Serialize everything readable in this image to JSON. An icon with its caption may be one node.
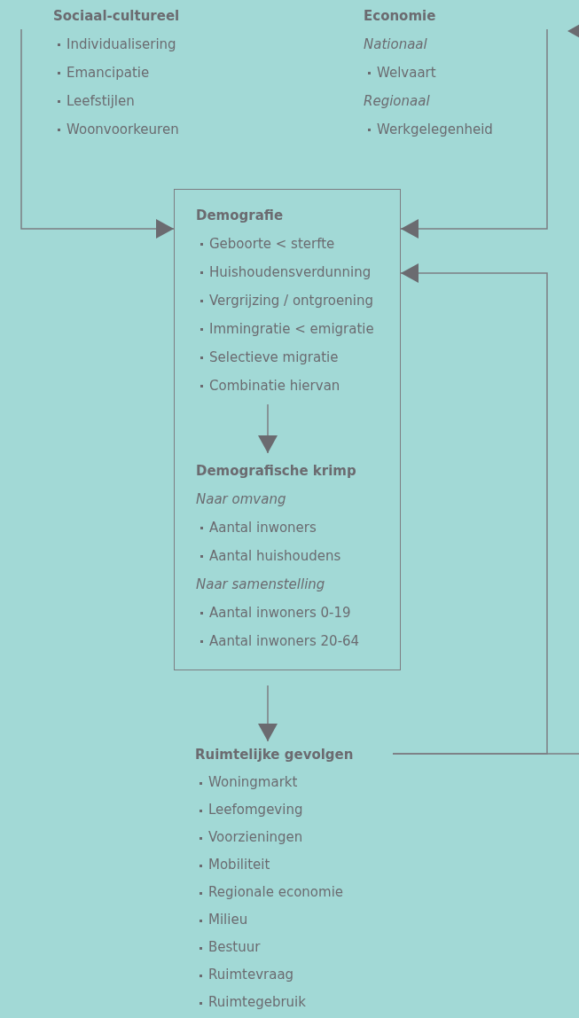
{
  "diagram": {
    "nodes": [
      {
        "text": [
          "Sociaal-cultureel",
          "Individualisering",
          "Emancipatie",
          "Leefstijlen",
          "Woonvoorkeuren"
        ]
      },
      {
        "text": [
          "Economie",
          "Nationaal",
          "Welvaart",
          "Regionaal",
          "Werkgelegenheid"
        ]
      },
      {
        "text": [],
        "shape": "box"
      },
      {
        "text": [
          "Demografie",
          "Geboorte < sterfte",
          "Huishoudensverdunning",
          "Vergrijzing / ontgroening",
          "Immingratie < emigratie",
          "Selectieve migratie",
          "Combinatie hiervan"
        ],
        "in": 2
      },
      {
        "text": [
          "Demografische krimp",
          "Naar omvang",
          "Aantal inwoners",
          "Aantal huishoudens",
          "Naar samenstelling",
          "Aantal inwoners 0-19",
          "Aantal inwoners 20-64"
        ],
        "in": 2
      },
      {
        "text": [
          "Ruimtelijke gevolgen",
          "Woningmarkt",
          "Leefomgeving",
          "Voorzieningen",
          "Mobiliteit",
          "Regionale economie",
          "Milieu",
          "Bestuur",
          "Ruimtevraag",
          "Ruimtegebruik"
        ]
      }
    ],
    "edges": [
      {
        "from": 0,
        "to": 2,
        "arrow": "to"
      },
      {
        "from": 1,
        "to": 2,
        "arrow": "to"
      },
      {
        "from": 5,
        "to": 2,
        "arrow": "to"
      },
      {
        "from": 3,
        "to": 4,
        "arrow": "to"
      },
      {
        "from": 2,
        "to": 5,
        "arrow": "to"
      },
      {
        "from": 5,
        "to": null,
        "arrow": "none"
      }
    ]
  }
}
